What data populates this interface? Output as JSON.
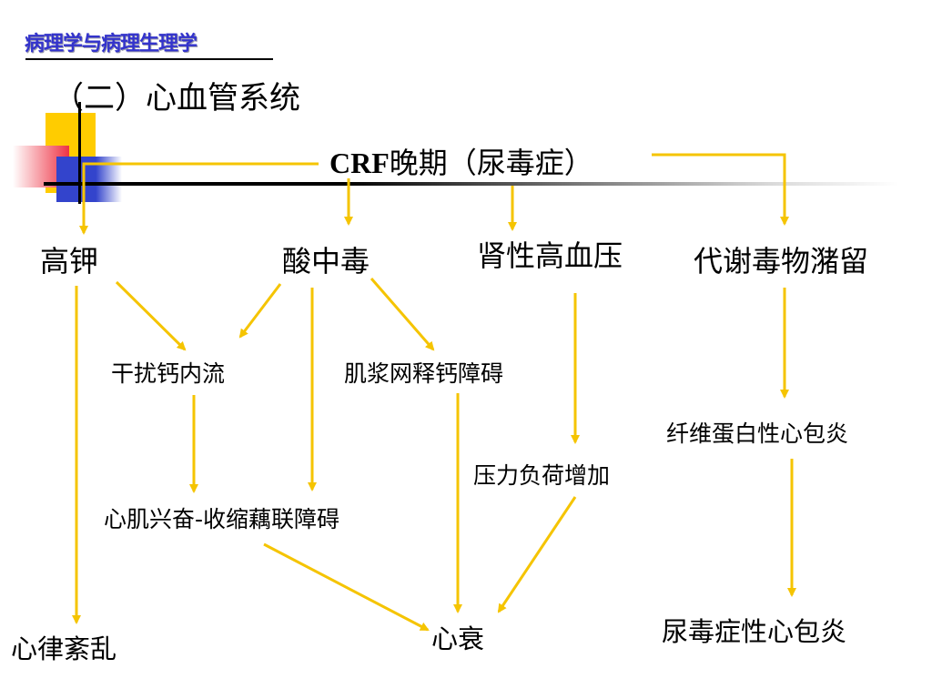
{
  "header": {
    "subject": "病理学与病理生理学",
    "heading": "（二）心血管系统"
  },
  "diagram": {
    "root": {
      "prefix": "CRF",
      "suffix": "晚期（尿毒症）"
    },
    "causes": {
      "hyperkalemia": "高钾",
      "acidosis": "酸中毒",
      "renal_hypertension": "肾性高血压",
      "toxin_retention": "代谢毒物潴留"
    },
    "mechanisms": {
      "calcium_influx": "干扰钙内流",
      "sr_calcium_release": "肌浆网释钙障碍",
      "pressure_load": "压力负荷增加",
      "fibrinous_pericarditis": "纤维蛋白性心包炎",
      "ec_coupling": "心肌兴奋-收缩藕联障碍"
    },
    "outcomes": {
      "arrhythmia": "心律紊乱",
      "heart_failure": "心衰",
      "uremic_pericarditis": "尿毒症性心包炎"
    },
    "arrow_color": "#f5c400"
  },
  "theme": {
    "square_yellow": "#ffcc00",
    "square_blue": "#3344cc",
    "square_red": "#ee3344"
  }
}
